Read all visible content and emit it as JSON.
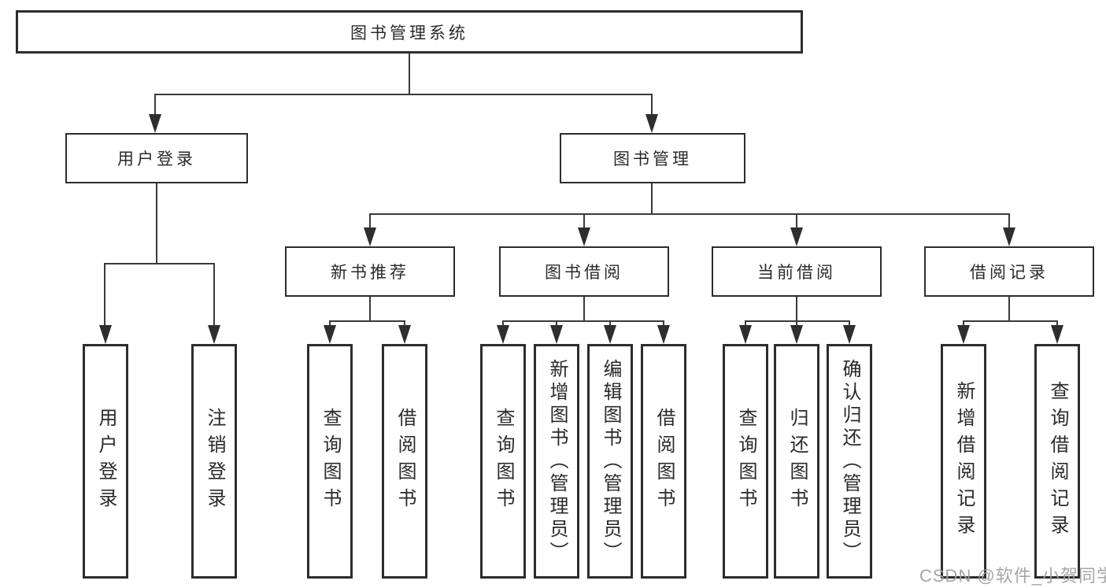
{
  "diagram": {
    "type": "tree",
    "nodes": {
      "root": {
        "label": "图书管理系统"
      },
      "user_login": {
        "label": "用户登录"
      },
      "book_mgmt": {
        "label": "图书管理"
      },
      "new_book_rec": {
        "label": "新书推荐"
      },
      "book_borrow": {
        "label": "图书借阅"
      },
      "current_borrow": {
        "label": "当前借阅"
      },
      "borrow_records": {
        "label": "借阅记录"
      },
      "leaf_user_login": {
        "label": "用户登录"
      },
      "leaf_logout": {
        "label": "注销登录"
      },
      "leaf_query_book_1": {
        "label": "查询图书"
      },
      "leaf_borrow_book_1": {
        "label": "借阅图书"
      },
      "leaf_query_book_2": {
        "label": "查询图书"
      },
      "leaf_add_book": {
        "label": "新增图书（管理员）"
      },
      "leaf_edit_book": {
        "label": "编辑图书（管理员）"
      },
      "leaf_borrow_book_2": {
        "label": "借阅图书"
      },
      "leaf_query_book_3": {
        "label": "查询图书"
      },
      "leaf_return_book": {
        "label": "归还图书"
      },
      "leaf_confirm_return": {
        "label": "确认归还（管理员）"
      },
      "leaf_add_record": {
        "label": "新增借阅记录"
      },
      "leaf_query_record": {
        "label": "查询借阅记录"
      }
    },
    "edges": [
      {
        "from": "root",
        "to": "user_login"
      },
      {
        "from": "root",
        "to": "book_mgmt"
      },
      {
        "from": "user_login",
        "to": "leaf_user_login"
      },
      {
        "from": "user_login",
        "to": "leaf_logout"
      },
      {
        "from": "book_mgmt",
        "to": "new_book_rec"
      },
      {
        "from": "book_mgmt",
        "to": "book_borrow"
      },
      {
        "from": "book_mgmt",
        "to": "current_borrow"
      },
      {
        "from": "book_mgmt",
        "to": "borrow_records"
      },
      {
        "from": "new_book_rec",
        "to": "leaf_query_book_1"
      },
      {
        "from": "new_book_rec",
        "to": "leaf_borrow_book_1"
      },
      {
        "from": "book_borrow",
        "to": "leaf_query_book_2"
      },
      {
        "from": "book_borrow",
        "to": "leaf_add_book"
      },
      {
        "from": "book_borrow",
        "to": "leaf_edit_book"
      },
      {
        "from": "book_borrow",
        "to": "leaf_borrow_book_2"
      },
      {
        "from": "current_borrow",
        "to": "leaf_query_book_3"
      },
      {
        "from": "current_borrow",
        "to": "leaf_return_book"
      },
      {
        "from": "current_borrow",
        "to": "leaf_confirm_return"
      },
      {
        "from": "borrow_records",
        "to": "leaf_add_record"
      },
      {
        "from": "borrow_records",
        "to": "leaf_query_record"
      }
    ],
    "colors": {
      "background": "#ffffff",
      "box_border": "#2d2d2d",
      "line": "#3a3a3a",
      "text": "#2a2a2a",
      "watermark": "#9e9e9e"
    },
    "watermark": "CSDN @软件_小贺同学"
  }
}
